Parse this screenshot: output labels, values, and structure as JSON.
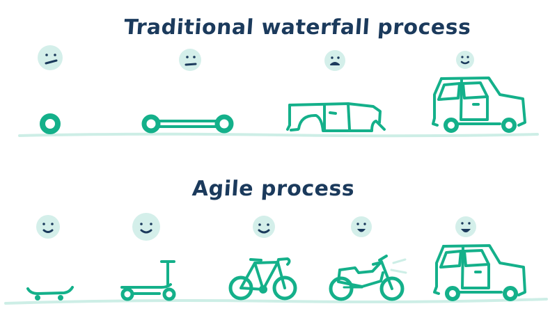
{
  "colors": {
    "title": "#1b3a5c",
    "vehicle": "#14b08a",
    "face_bg": "#d4efea",
    "face_features": "#1b3a5c",
    "ground": "#cdeee6"
  },
  "sections": [
    {
      "title": "Traditional waterfall process",
      "stages": [
        {
          "item": "wheel",
          "mood": "confused"
        },
        {
          "item": "axle with two wheels",
          "mood": "neutral"
        },
        {
          "item": "car body without wheels",
          "mood": "sad"
        },
        {
          "item": "car",
          "mood": "slight smile"
        }
      ]
    },
    {
      "title": "Agile process",
      "stages": [
        {
          "item": "skateboard",
          "mood": "smile"
        },
        {
          "item": "scooter",
          "mood": "smile"
        },
        {
          "item": "bicycle",
          "mood": "smile"
        },
        {
          "item": "motorcycle",
          "mood": "happy"
        },
        {
          "item": "car",
          "mood": "very happy"
        }
      ]
    }
  ]
}
